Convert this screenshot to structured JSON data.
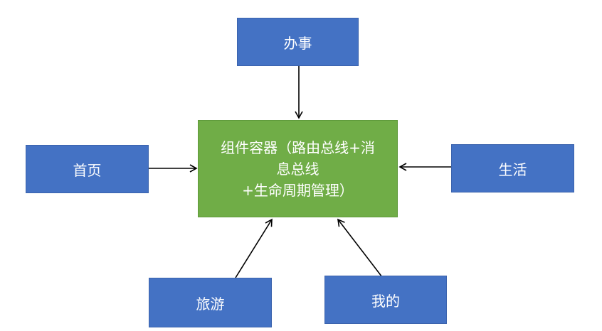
{
  "center": {
    "lines": [
      "组件容器（路由总线+消",
      "息总线",
      "+生命周期管理）"
    ]
  },
  "modules": {
    "banshi": "办事",
    "shouye": "首页",
    "shenghuo": "生活",
    "lvyou": "旅游",
    "wode": "我的"
  },
  "colors": {
    "module_box": "#4472C4",
    "center_box": "#70AD47",
    "arrow": "#000000"
  }
}
